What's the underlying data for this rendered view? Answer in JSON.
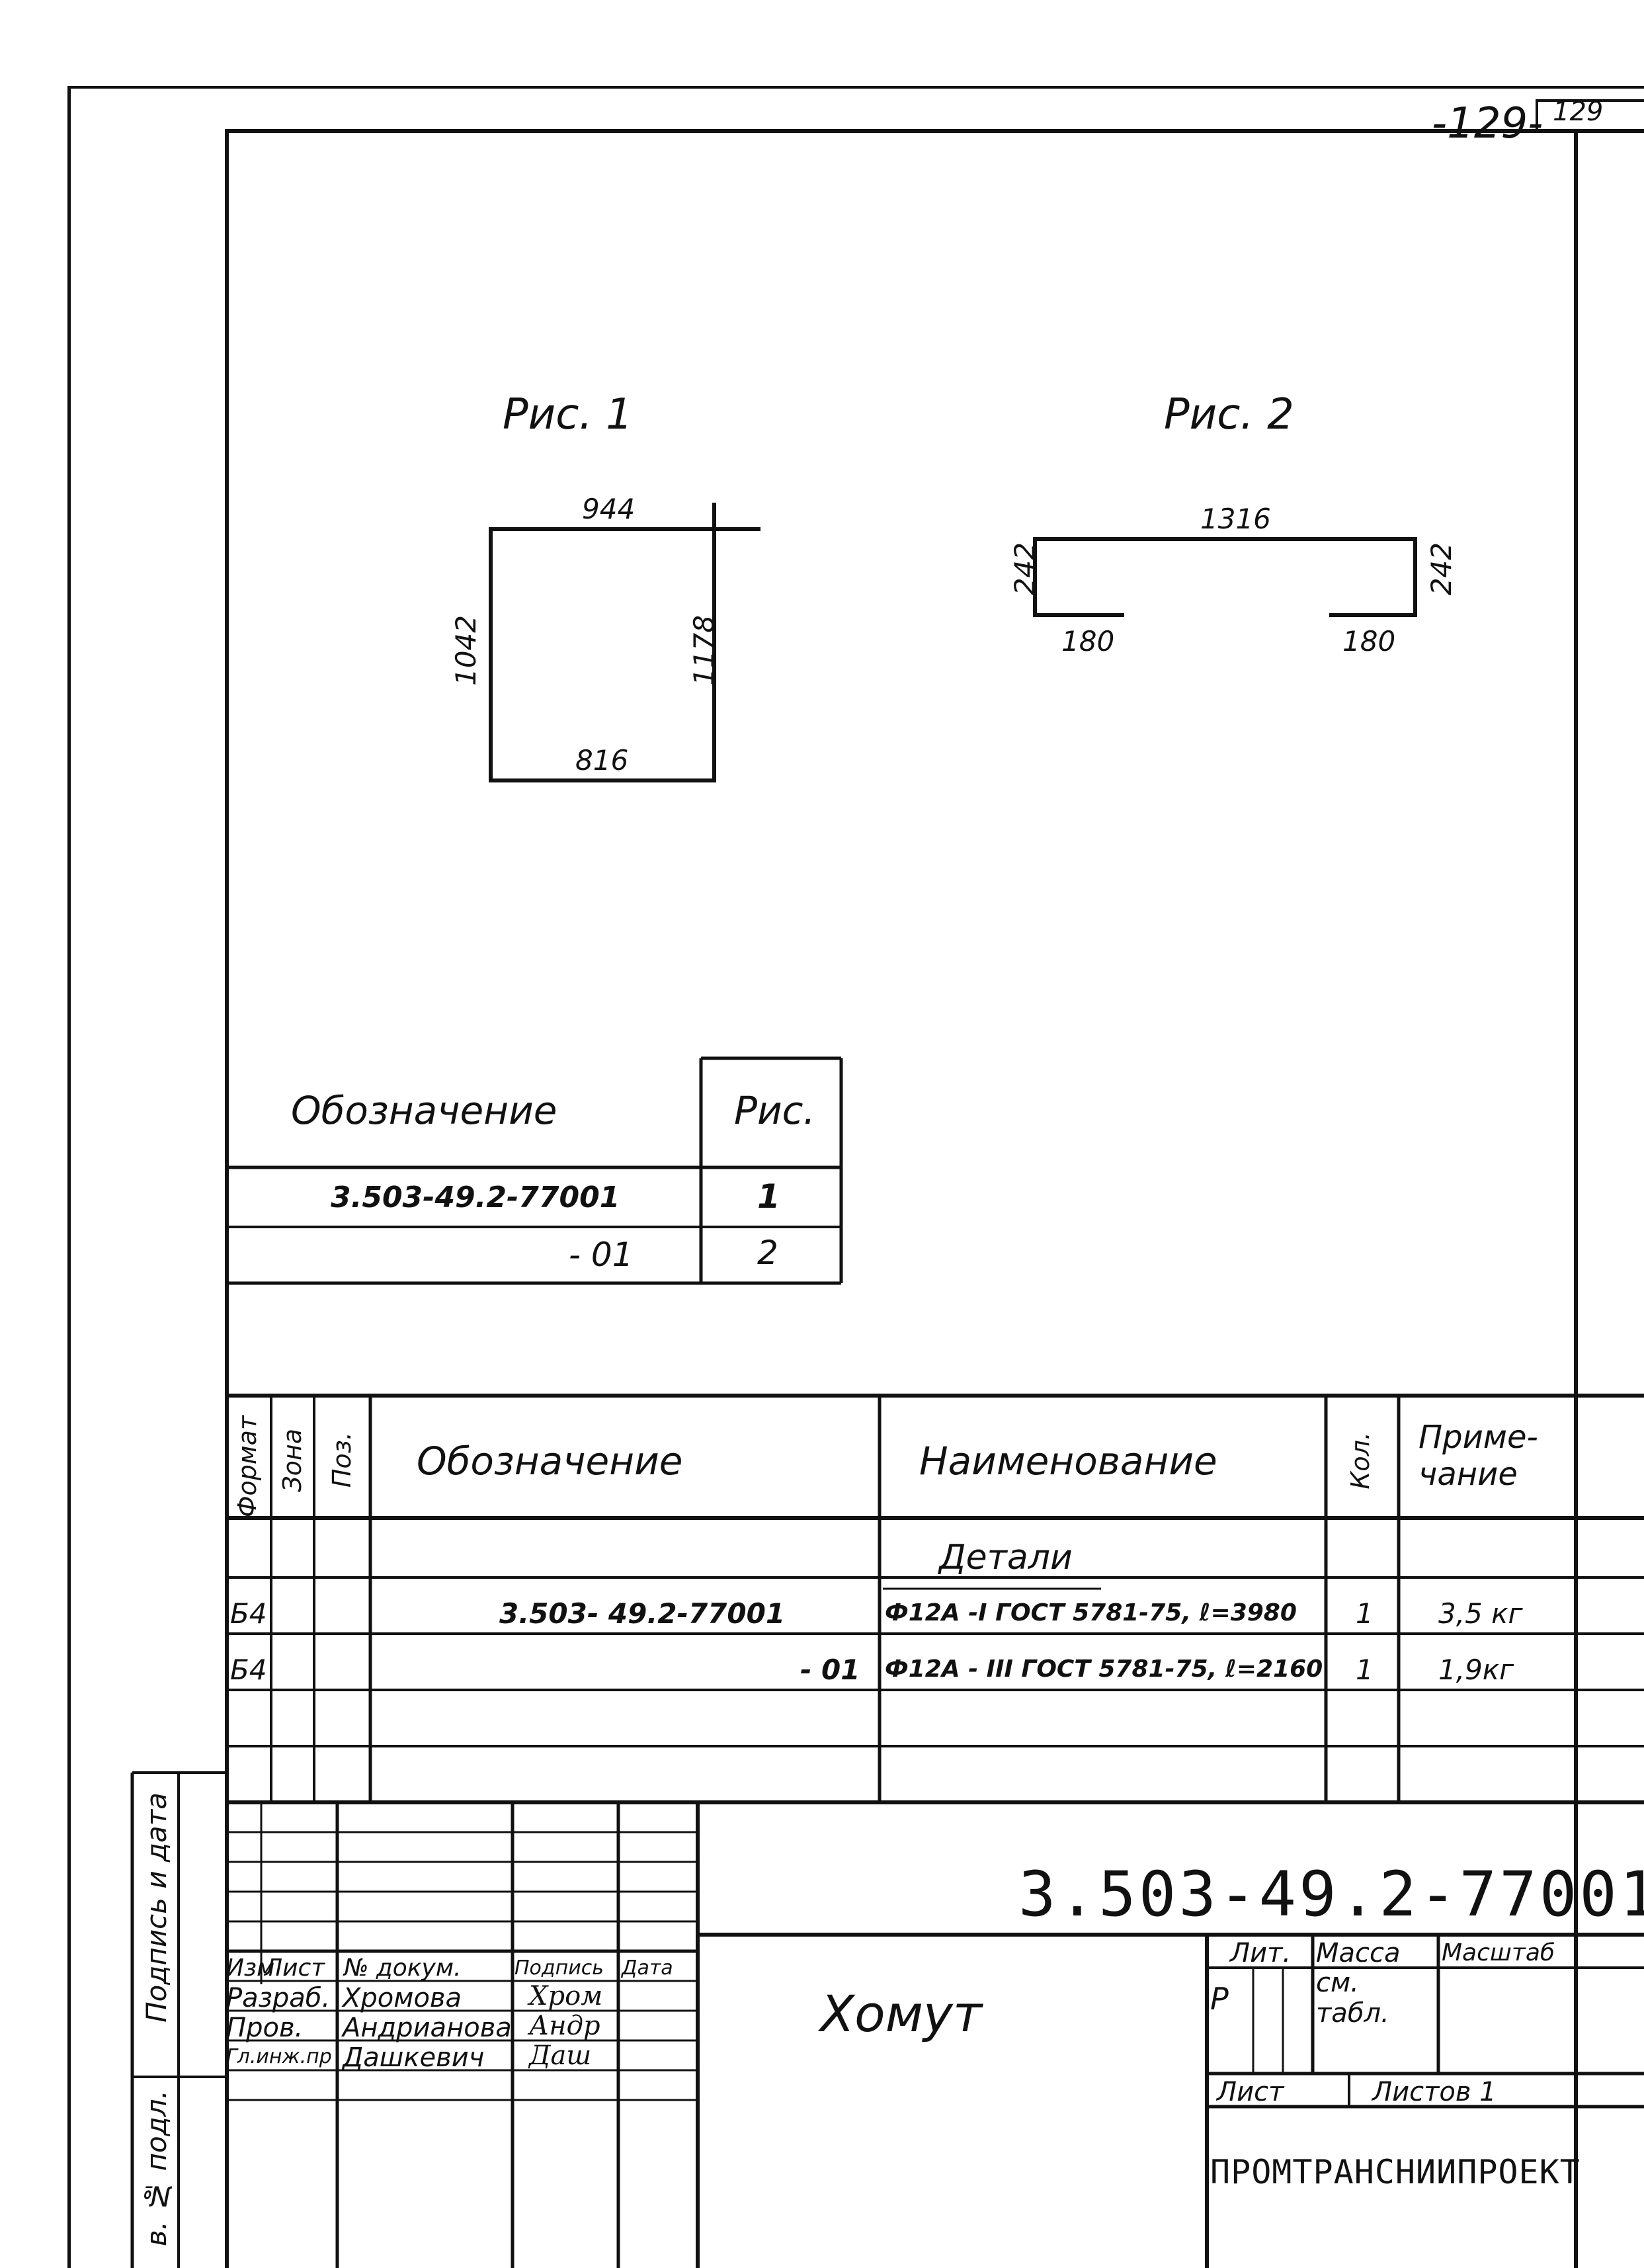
{
  "header": {
    "page_number": "-129-",
    "sheet_corner": "129"
  },
  "figure1": {
    "title": "Рис. 1",
    "dim_top": "944",
    "dim_left": "1042",
    "dim_right": "1178",
    "dim_bottom": "816"
  },
  "figure2": {
    "title": "Рис. 2",
    "dim_top": "1316",
    "dim_left_height": "242",
    "dim_right_height": "242",
    "dim_left_foot": "180",
    "dim_right_foot": "180"
  },
  "variant_table": {
    "headers": [
      "Обозначение",
      "Рис."
    ],
    "rows": [
      {
        "designation": "3.503-49.2-77001",
        "figure": "1"
      },
      {
        "designation": "- 01",
        "figure": "2"
      }
    ]
  },
  "spec_table": {
    "headers": {
      "format": "Формат",
      "zone": "Зона",
      "pos": "Поз.",
      "designation": "Обозначение",
      "name": "Наименование",
      "qty": "Кол.",
      "note": "Приме-\nчание"
    },
    "section": "Детали",
    "rows": [
      {
        "format": "Б4",
        "designation": "3.503- 49.2-77001",
        "name": "Ф12А -I ГОСТ 5781-75, ℓ=3980",
        "qty": "1",
        "note": "3,5 кг"
      },
      {
        "format": "Б4",
        "designation": "- 01",
        "name": "Ф12А - III ГОСТ 5781-75, ℓ=2160",
        "qty": "1",
        "note": "1,9кг"
      }
    ]
  },
  "side_labels": {
    "sign_date": "Подпись и дата",
    "inv_no": "в. № подл."
  },
  "title_block": {
    "code": "3.503-49.2-77001",
    "item_name": "Хомут",
    "col_headers": [
      "Изм",
      "Лист",
      "№ докум.",
      "Подпись",
      "Дата"
    ],
    "roles": [
      {
        "role": "Разраб.",
        "name": "Хромова",
        "sig": "Хром"
      },
      {
        "role": "Пров.",
        "name": "Андрианова",
        "sig": "Андр"
      },
      {
        "role": "Гл.инж.пр",
        "name": "Дашкевич",
        "sig": "Даш"
      }
    ],
    "lit_label": "Лит.",
    "lit_value": "Р",
    "mass_label": "Масса",
    "mass_value": "см.\nтабл.",
    "scale_label": "Масштаб",
    "sheet_label": "Лист",
    "sheets_label": "Листов 1",
    "org": "ПРОМТРАНСНИИПРОЕКТ"
  }
}
